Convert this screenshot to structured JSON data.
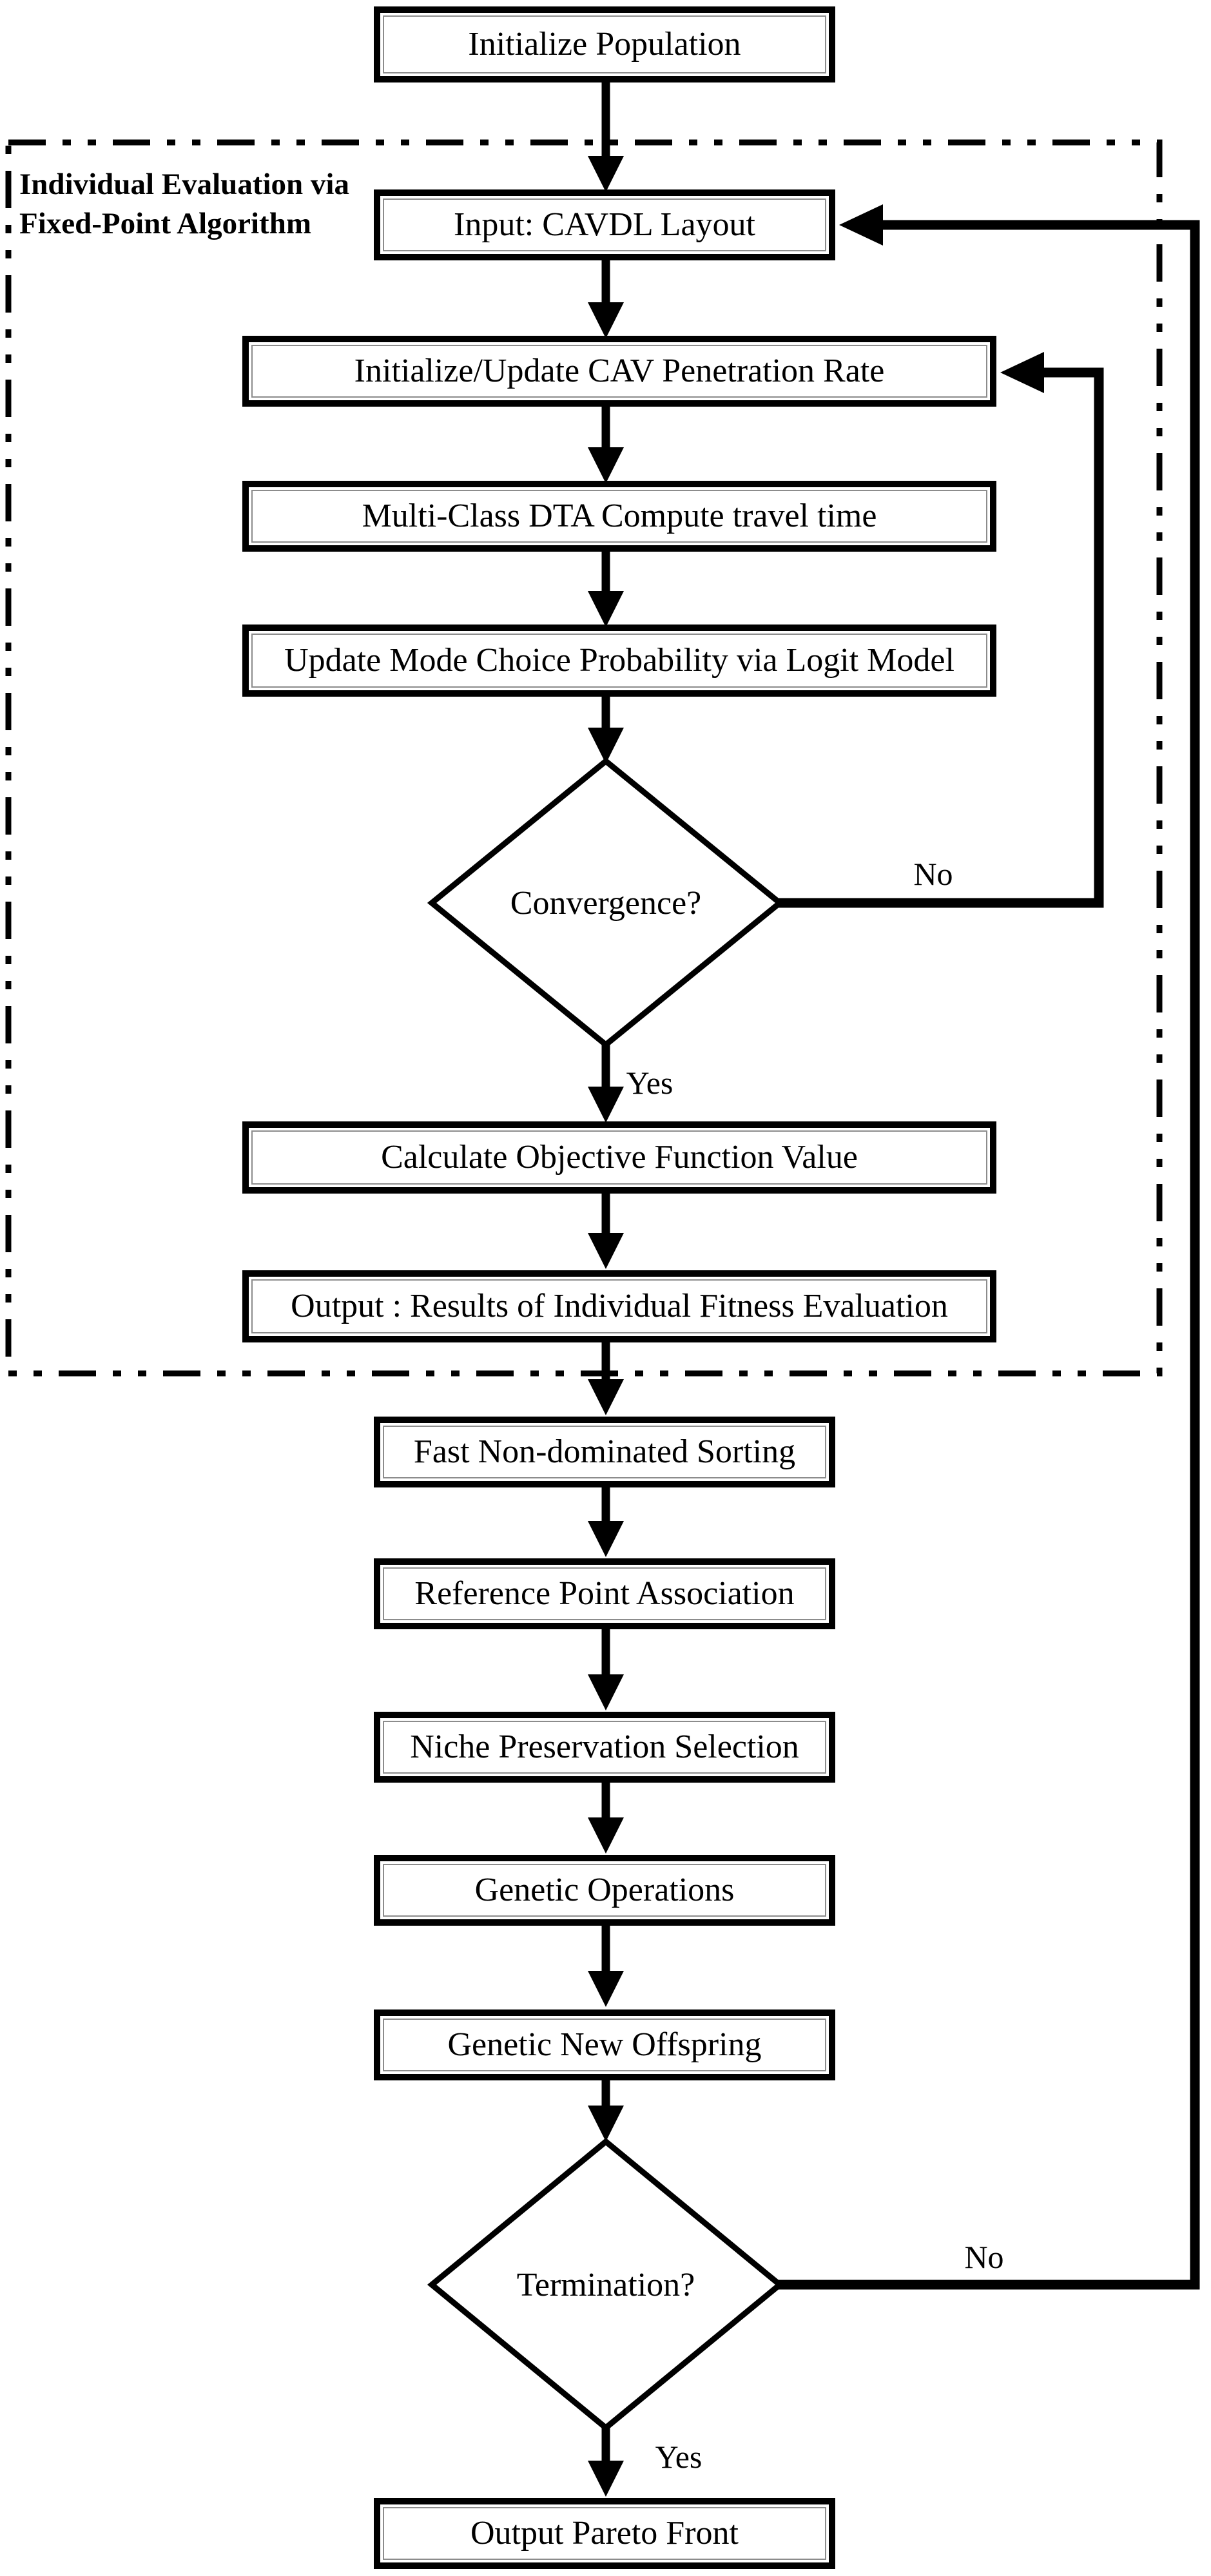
{
  "flowchart": {
    "background": "#ffffff",
    "ink": "#000000",
    "group_box": {
      "label_line1": "Individual Evaluation via",
      "label_line2": "Fixed-Point Algorithm",
      "border_style": "dash-dot-dot"
    },
    "nodes": {
      "initialize_population": "Initialize Population",
      "input_cavdl_layout": "Input: CAVDL Layout",
      "initialize_update_cav_penetration_rate": "Initialize/Update CAV Penetration Rate",
      "multi_class_dta_compute_travel_time": "Multi-Class DTA Compute travel time",
      "update_mode_choice_probability": "Update Mode Choice Probability via Logit Model",
      "convergence_decision": "Convergence?",
      "calculate_objective_function_value": "Calculate Objective Function Value",
      "output_results_individual_fitness": "Output : Results of Individual Fitness Evaluation",
      "fast_non_dominated_sorting": "Fast Non-dominated Sorting",
      "reference_point_association": "Reference Point Association",
      "niche_preservation_selection": "Niche Preservation Selection",
      "genetic_operations": "Genetic Operations",
      "genetic_new_offspring": "Genetic New Offspring",
      "termination_decision": "Termination?",
      "output_pareto_front": "Output Pareto Front"
    },
    "edge_labels": {
      "convergence_no": "No",
      "convergence_yes": "Yes",
      "termination_no": "No",
      "termination_yes": "Yes"
    }
  }
}
